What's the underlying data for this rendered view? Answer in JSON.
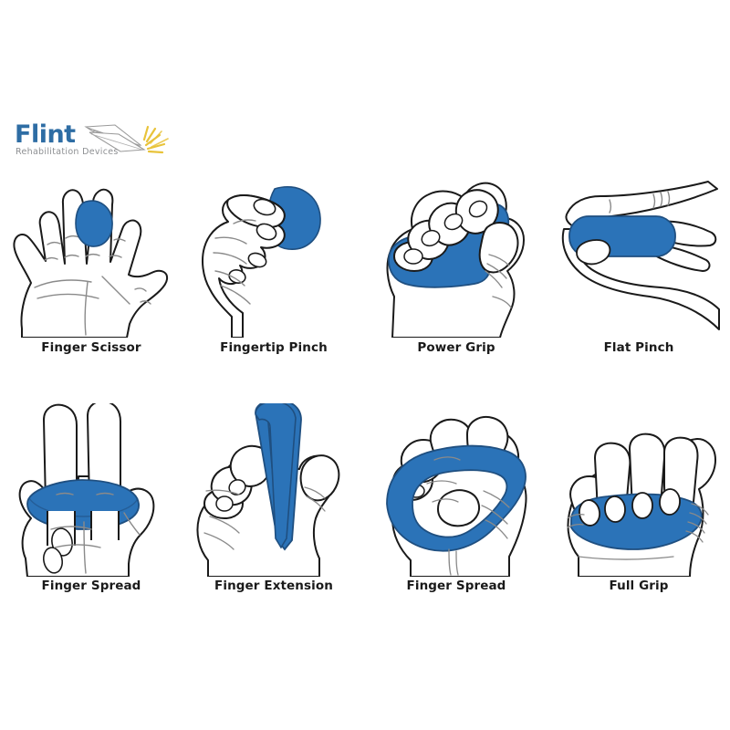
{
  "background_color": "#ffffff",
  "logo": {
    "wordmark": "Flint",
    "tagline": "Rehabilitation Devices",
    "wordmark_color": "#2e6da4",
    "tagline_color": "#8d8f92",
    "mark_color": "#9a9a9a",
    "spark_color": "#e8c33a",
    "icon_name": "flint-spark-logo"
  },
  "theme": {
    "device_blue": "#2b73b8",
    "device_blue_dark": "#1f5f9e",
    "outline": "#1a1a1a",
    "crease": "#8a8a8a",
    "label_color": "#1a1a1a"
  },
  "exercises": [
    {
      "id": "finger-scissor",
      "label": "Finger Scissor",
      "art_name": "hand-finger-scissor-illustration",
      "description": "Open palm, egg-shaped blue device between index and middle fingers"
    },
    {
      "id": "fingertip-pinch",
      "label": "Fingertip Pinch",
      "art_name": "hand-fingertip-pinch-illustration",
      "description": "Curled hand pinching a rounded blue device with fingertips"
    },
    {
      "id": "power-grip",
      "label": "Power Grip",
      "art_name": "hand-power-grip-illustration",
      "description": "Fist gripping a large blue device across the palm"
    },
    {
      "id": "flat-pinch",
      "label": "Flat Pinch",
      "art_name": "hand-flat-pinch-illustration",
      "description": "Side view, flat blue pad pinched between thumb and index finger"
    },
    {
      "id": "finger-spread-band",
      "label": "Finger Spread",
      "art_name": "hand-finger-spread-band-illustration",
      "description": "Blue band looped around two extended fingers"
    },
    {
      "id": "finger-extension",
      "label": "Finger Extension",
      "art_name": "hand-finger-extension-illustration",
      "description": "Long blue U-shaped loop over a single extended finger"
    },
    {
      "id": "finger-spread-loop",
      "label": "Finger Spread",
      "art_name": "hand-finger-spread-loop-illustration",
      "description": "Large blue loop wrapped around all four fingers"
    },
    {
      "id": "full-grip",
      "label": "Full Grip",
      "art_name": "hand-full-grip-illustration",
      "description": "Hand gripping a blue crescent device in the palm"
    }
  ]
}
